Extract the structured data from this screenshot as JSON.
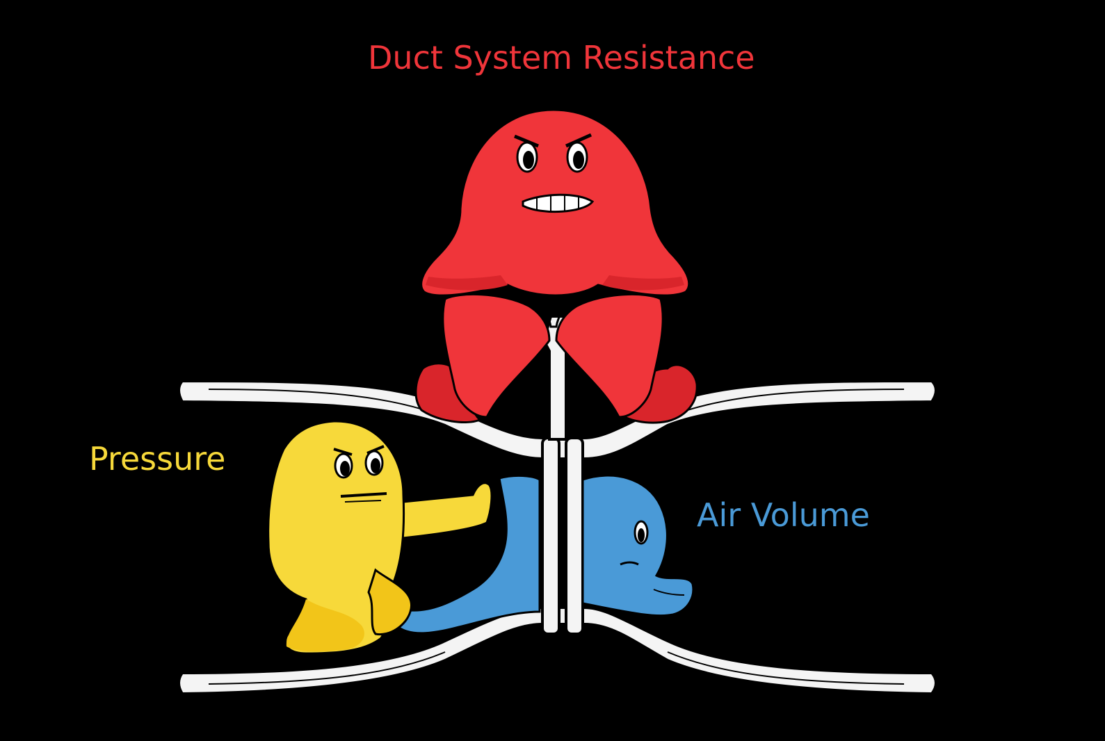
{
  "labels": {
    "resistance": "Duct System Resistance",
    "pressure": "Pressure",
    "air_volume": "Air Volume"
  },
  "colors": {
    "background": "#000000",
    "resistance": "#f0353a",
    "pressure": "#f7d93a",
    "air_volume": "#4a9ad7",
    "duct": "#f4f4f4"
  },
  "icons": {
    "resistance_character": "angry-red-blob-icon",
    "pressure_character": "yellow-pushing-blob-icon",
    "air_volume_character": "blue-squeezed-blob-icon",
    "duct": "venturi-duct-icon",
    "plunger": "plunger-rod-icon"
  }
}
